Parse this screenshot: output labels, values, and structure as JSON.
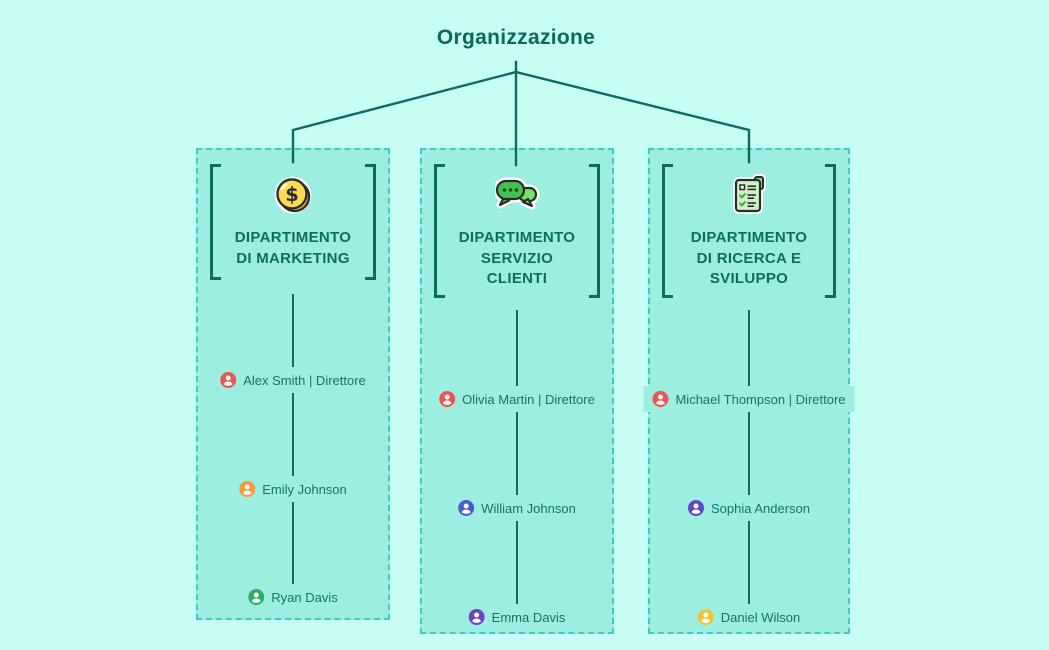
{
  "title": "Organizzazione",
  "colors": {
    "background": "#c6fdf4",
    "card_fill": "#9ceee1",
    "card_border": "#3fcbc5",
    "line": "#0d6b60",
    "title_text": "#0a685c",
    "dept_title_text": "#0c6e62",
    "member_text": "#12756a"
  },
  "departments": [
    {
      "icon": "dollar-coin-icon",
      "title_lines": [
        "DIPARTIMENTO",
        "DI MARKETING"
      ],
      "members": [
        {
          "name": "Alex Smith | Direttore",
          "icon": "person-icon",
          "icon_color": "#ef5350"
        },
        {
          "name": "Emily Johnson",
          "icon": "person-icon",
          "icon_color": "#f6993f"
        },
        {
          "name": "Ryan Davis",
          "icon": "person-icon",
          "icon_color": "#2fae63"
        }
      ]
    },
    {
      "icon": "chat-bubbles-icon",
      "title_lines": [
        "DIPARTIMENTO",
        "SERVIZIO",
        "CLIENTI"
      ],
      "members": [
        {
          "name": "Olivia Martin | Direttore",
          "icon": "person-icon",
          "icon_color": "#ef5350"
        },
        {
          "name": "William Johnson",
          "icon": "person-icon",
          "icon_color": "#4a5cd0"
        },
        {
          "name": "Emma Davis",
          "icon": "person-icon",
          "icon_color": "#6f42c1"
        }
      ]
    },
    {
      "icon": "checklist-icon",
      "title_lines": [
        "DIPARTIMENTO",
        "DI RICERCA E",
        "SVILUPPO"
      ],
      "members": [
        {
          "name": "Michael Thompson | Direttore",
          "icon": "person-icon",
          "icon_color": "#ef5350"
        },
        {
          "name": "Sophia Anderson",
          "icon": "person-icon",
          "icon_color": "#6246c9"
        },
        {
          "name": "Daniel Wilson",
          "icon": "person-icon",
          "icon_color": "#f3c232"
        }
      ]
    }
  ]
}
